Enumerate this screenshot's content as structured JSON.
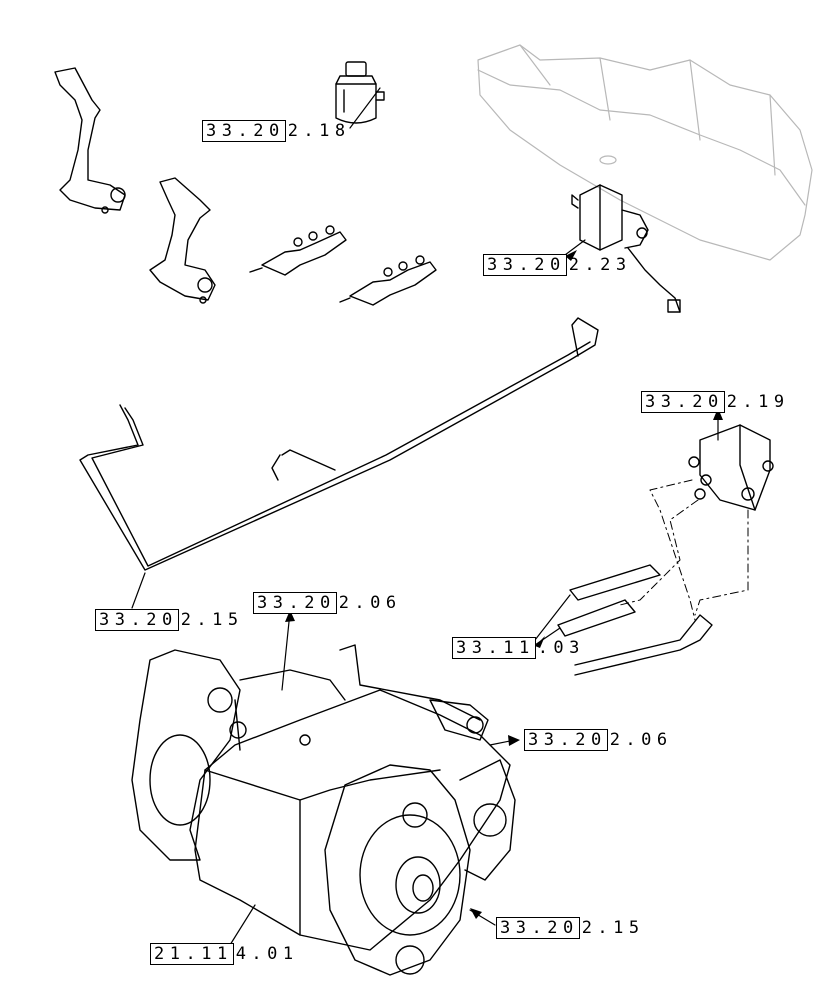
{
  "diagram": {
    "callouts": [
      {
        "id": "c1",
        "boxed": "33.20",
        "rest": "2.18",
        "part": "reservoir"
      },
      {
        "id": "c2",
        "boxed": "33.20",
        "rest": "2.23",
        "part": "valve-block-upper"
      },
      {
        "id": "c3",
        "boxed": "33.20",
        "rest": "2.19",
        "part": "valve-block-right"
      },
      {
        "id": "c4",
        "boxed": "33.20",
        "rest": "2.15",
        "part": "brake-line-upper"
      },
      {
        "id": "c5",
        "boxed": "33.20",
        "rest": "2.06",
        "part": "transmission-left"
      },
      {
        "id": "c6",
        "boxed": "33.11",
        "rest": ".03",
        "part": "hydraulic-hoses"
      },
      {
        "id": "c7",
        "boxed": "33.20",
        "rest": "2.06",
        "part": "transmission-right"
      },
      {
        "id": "c8",
        "boxed": "33.20",
        "rest": "2.15",
        "part": "brake-assembly-right"
      },
      {
        "id": "c9",
        "boxed": "21.11",
        "rest": "4.01",
        "part": "transmission-housing"
      }
    ],
    "line_color": "#000000",
    "faint_color": "#b8b8b8"
  }
}
